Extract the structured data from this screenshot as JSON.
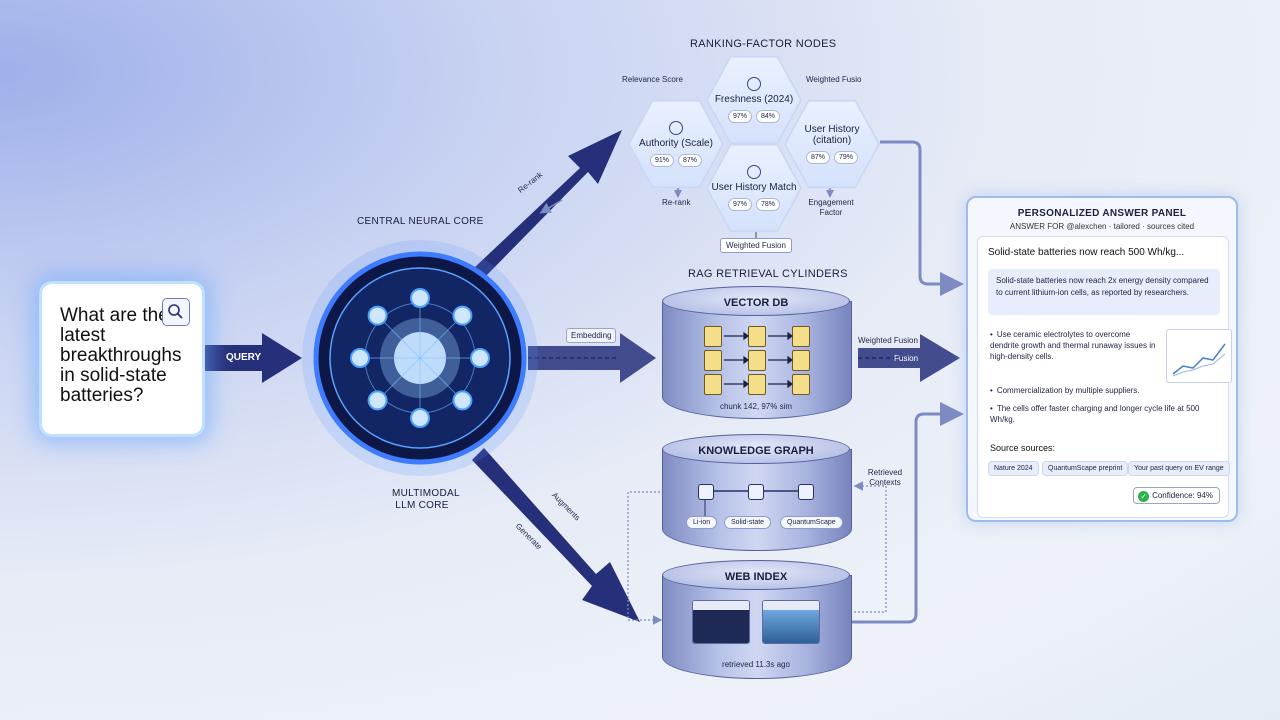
{
  "query": {
    "text": "What are the latest breakthroughs in solid-state batteries?"
  },
  "edges": {
    "query": "QUERY",
    "embedding": "Embedding",
    "rerank": "Re-rank",
    "augment": "Augments",
    "generate": "Generate",
    "weighted_fusion": "Weighted Fusion",
    "fusion": "Fusion",
    "retrieved_contexts": "Retrieved Contexts"
  },
  "core": {
    "top_label": "CENTRAL NEURAL CORE",
    "bottom_label": "MULTIMODAL LLM CORE"
  },
  "ranking": {
    "title": "RANKING-FACTOR NODES",
    "relevance_label": "Relevance Score",
    "weighted_label": "Weighted Fusio",
    "rerank_label": "Re-rank",
    "engagement_label": "Engagement Factor",
    "weighted_fusion_box": "Weighted Fusion",
    "nodes": [
      {
        "title": "Freshness (2024)",
        "v1": "97%",
        "v2": "84%"
      },
      {
        "title": "Authority (Scale)",
        "v1": "91%",
        "v2": "87%"
      },
      {
        "title": "User History Match",
        "v1": "97%",
        "v2": "78%"
      },
      {
        "title": "User History (citation)",
        "v1": "87%",
        "v2": "79%"
      }
    ]
  },
  "rag": {
    "title": "RAG RETRIEVAL CYLINDERS",
    "vector": {
      "title": "VECTOR DB",
      "caption": "chunk 142, 97% sim"
    },
    "kg": {
      "title": "KNOWLEDGE GRAPH",
      "n1": "Li-ion",
      "n2": "Solid-state",
      "n3": "QuantumScape"
    },
    "web": {
      "title": "WEB INDEX",
      "caption": "retrieved 11.3s ago"
    }
  },
  "panel": {
    "title": "PERSONALIZED ANSWER PANEL",
    "subtitle": "ANSWER FOR @alexchen · tailored · sources cited",
    "headline": "Solid-state batteries now reach 500 Wh/kg...",
    "summary": "Solid-state batteries now reach 2x energy density compared to current lithium-ion cells, as reported by researchers.",
    "bullets": [
      "Use ceramic electrolytes to overcome dendrite growth and thermal runaway issues in high-density cells.",
      "Commercialization by multiple suppliers.",
      "The cells offer faster charging and longer cycle life at 500 Wh/kg."
    ],
    "sources_label": "Source sources:",
    "sources": [
      "Nature 2024",
      "QuantumScape preprint",
      "Your past query on EV range"
    ],
    "confidence": "Confidence: 94%"
  }
}
